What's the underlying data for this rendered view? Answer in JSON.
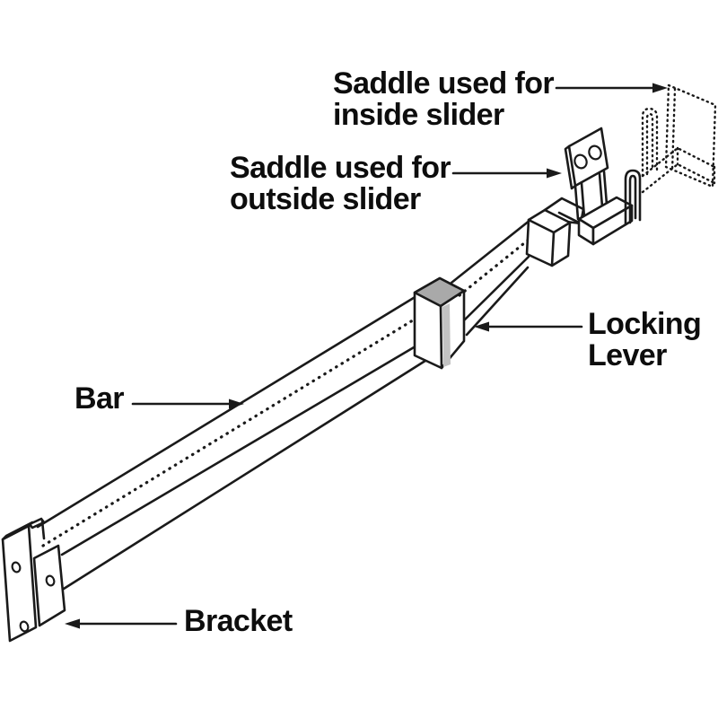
{
  "diagram": {
    "background_color": "#ffffff",
    "line_color": "#1a1a1a",
    "lever_shade_color": "#a9a9a9",
    "labels": {
      "inside_saddle": {
        "line1": "Saddle used for",
        "line2": "inside slider"
      },
      "outside_saddle": {
        "line1": "Saddle used for",
        "line2": "outside slider"
      },
      "locking_lever": {
        "line1": "Locking",
        "line2": "Lever"
      },
      "bar": {
        "line1": "Bar"
      },
      "bracket": {
        "line1": "Bracket"
      }
    }
  }
}
